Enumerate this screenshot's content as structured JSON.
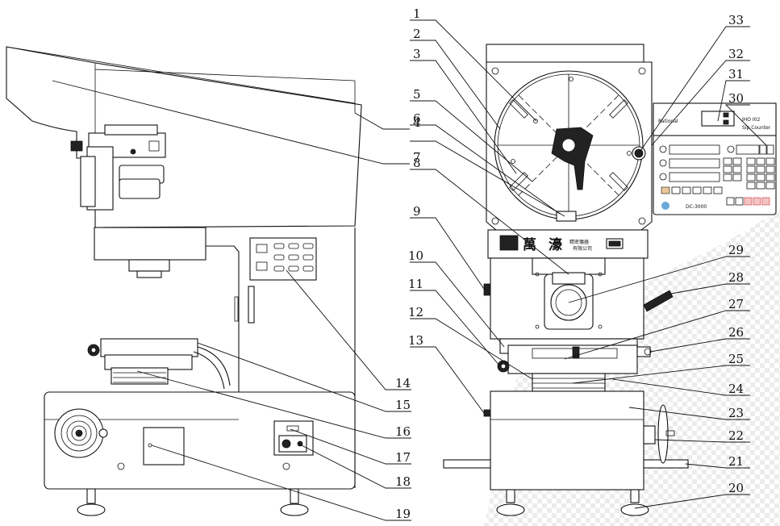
{
  "callouts": [
    {
      "n": "1"
    },
    {
      "n": "2"
    },
    {
      "n": "3"
    },
    {
      "n": "4"
    },
    {
      "n": "5"
    },
    {
      "n": "6"
    },
    {
      "n": "7"
    },
    {
      "n": "8"
    },
    {
      "n": "9"
    },
    {
      "n": "10"
    },
    {
      "n": "11"
    },
    {
      "n": "12"
    },
    {
      "n": "13"
    },
    {
      "n": "14"
    },
    {
      "n": "15"
    },
    {
      "n": "16"
    },
    {
      "n": "17"
    },
    {
      "n": "18"
    },
    {
      "n": "19"
    },
    {
      "n": "20"
    },
    {
      "n": "21"
    },
    {
      "n": "22"
    },
    {
      "n": "23"
    },
    {
      "n": "24"
    },
    {
      "n": "25"
    },
    {
      "n": "26"
    },
    {
      "n": "27"
    },
    {
      "n": "28"
    },
    {
      "n": "29"
    },
    {
      "n": "30"
    },
    {
      "n": "31"
    },
    {
      "n": "32"
    },
    {
      "n": "33"
    }
  ],
  "nameplate": {
    "char1": "萬",
    "char2": "濠",
    "sub1": "精密儀器",
    "sub2": "有限公司"
  },
  "readout": {
    "model": "DC-3000",
    "brand": "Rational",
    "display_code": "IHO I02",
    "display_sub": "Sip Counter"
  }
}
